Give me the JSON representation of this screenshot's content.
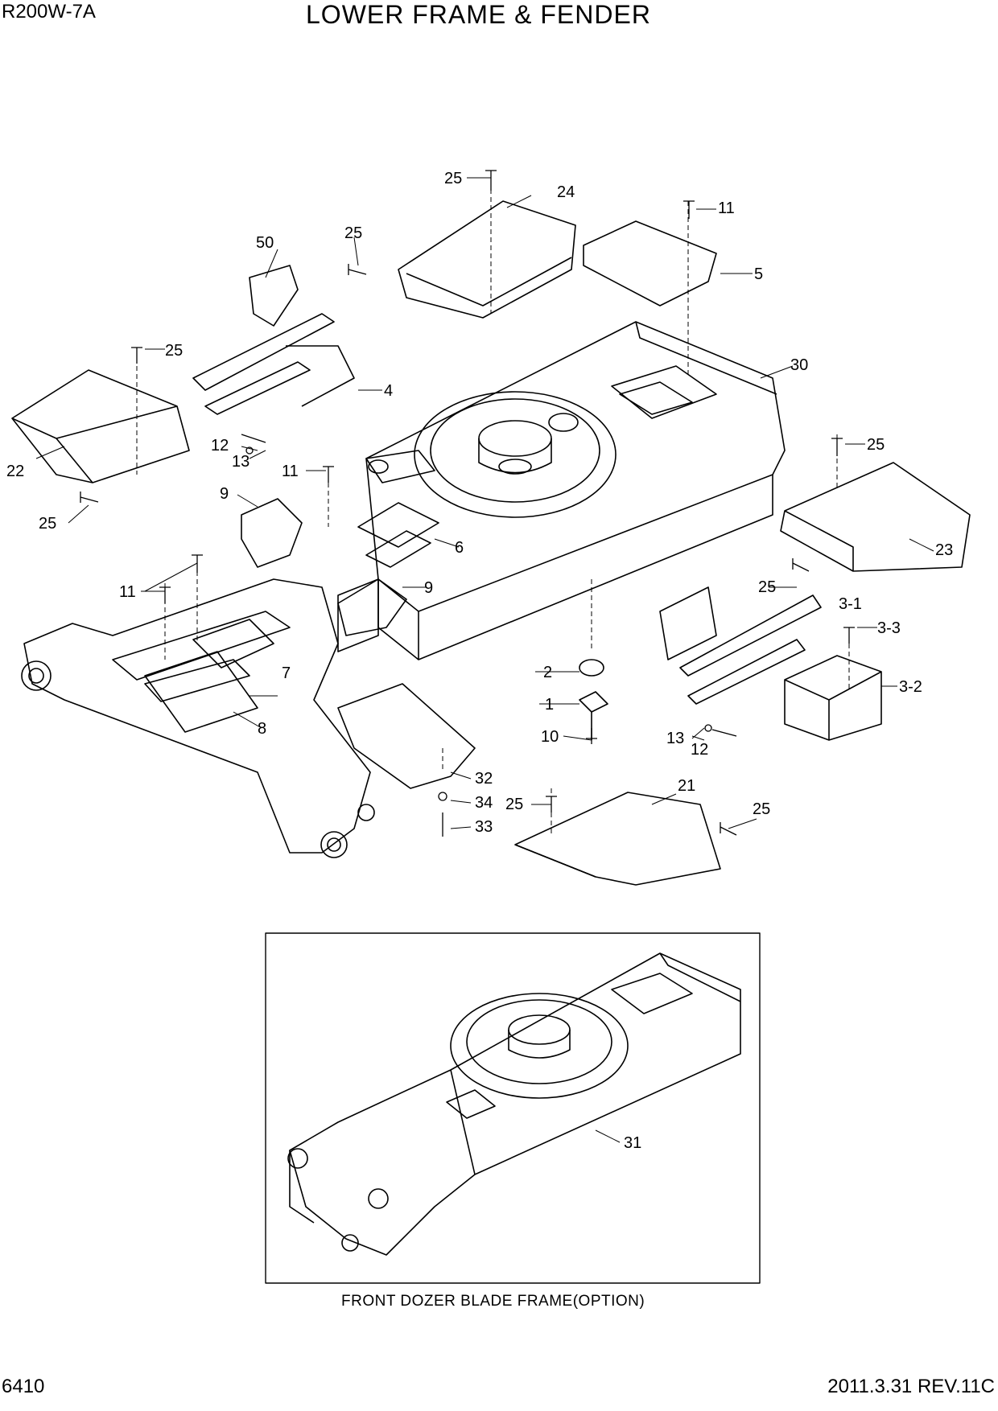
{
  "header": {
    "model": "R200W-7A",
    "title": "LOWER FRAME & FENDER"
  },
  "footer": {
    "page_number": "6410",
    "revision": "2011.3.31 REV.11C"
  },
  "inset": {
    "caption": "FRONT DOZER BLADE FRAME(OPTION)"
  },
  "callouts": [
    "25",
    "24",
    "11",
    "5",
    "25",
    "50",
    "25",
    "4",
    "30",
    "22",
    "12",
    "13",
    "11",
    "9",
    "25",
    "25",
    "23",
    "6",
    "9",
    "11",
    "11",
    "25",
    "3-1",
    "3-3",
    "2",
    "7",
    "1",
    "3-2",
    "8",
    "10",
    "13",
    "12",
    "32",
    "34",
    "33",
    "25",
    "21",
    "25",
    "31"
  ]
}
